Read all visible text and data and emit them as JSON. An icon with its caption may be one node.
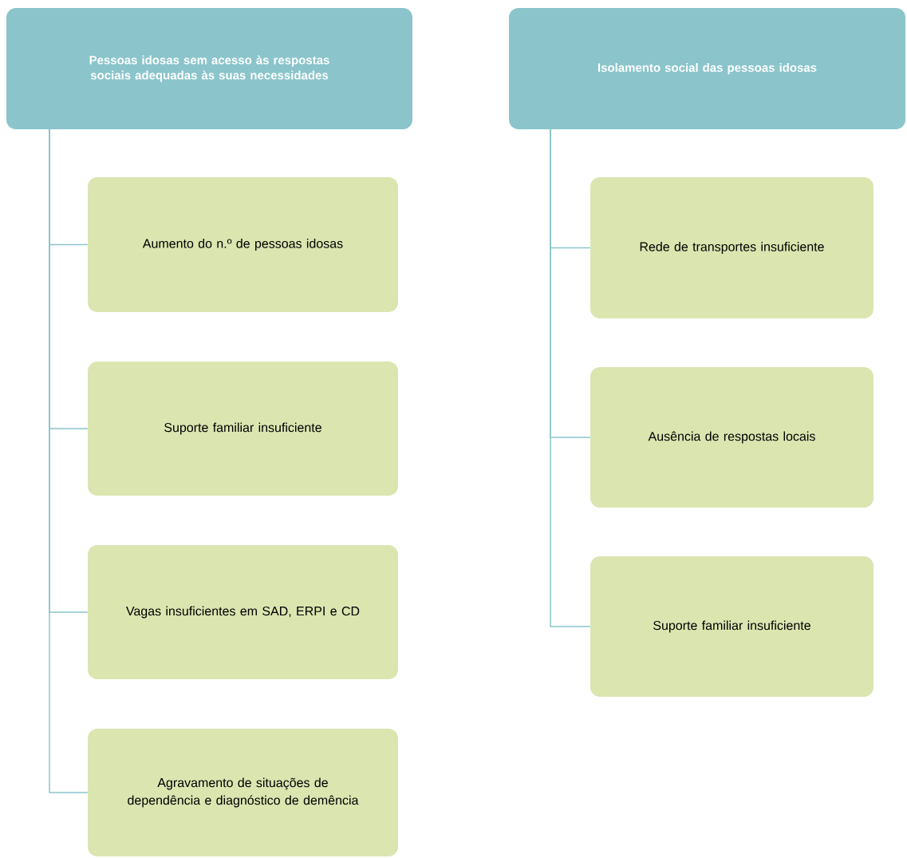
{
  "diagram": {
    "nodes": [
      {
        "text": [
          "Pessoas idosas sem acesso às respostas sociais adequadas às suas necessidades"
        ]
      },
      {
        "text": [
          "Aumento do n.º de pessoas idosas"
        ]
      },
      {
        "text": [
          "Suporte familiar insuficiente"
        ]
      },
      {
        "text": [
          "Vagas insuficientes em SAD, ERPI e CD"
        ]
      },
      {
        "text": [
          "Agravamento de situações de dependência e diagnóstico de demência"
        ]
      },
      {
        "text": [
          "Isolamento social das pessoas idosas"
        ]
      },
      {
        "text": [
          "Rede de transportes insuficiente"
        ]
      },
      {
        "text": [
          "Ausência de respostas locais"
        ]
      },
      {
        "text": [
          "Suporte familiar insuficiente"
        ]
      }
    ],
    "edges": [
      {
        "from": 0,
        "to": 1,
        "arrow": "none"
      },
      {
        "from": 0,
        "to": 2,
        "arrow": "none"
      },
      {
        "from": 0,
        "to": 3,
        "arrow": "none"
      },
      {
        "from": 0,
        "to": 4,
        "arrow": "none"
      },
      {
        "from": 5,
        "to": 6,
        "arrow": "none"
      },
      {
        "from": 5,
        "to": 7,
        "arrow": "none"
      },
      {
        "from": 5,
        "to": 8,
        "arrow": "none"
      }
    ]
  }
}
